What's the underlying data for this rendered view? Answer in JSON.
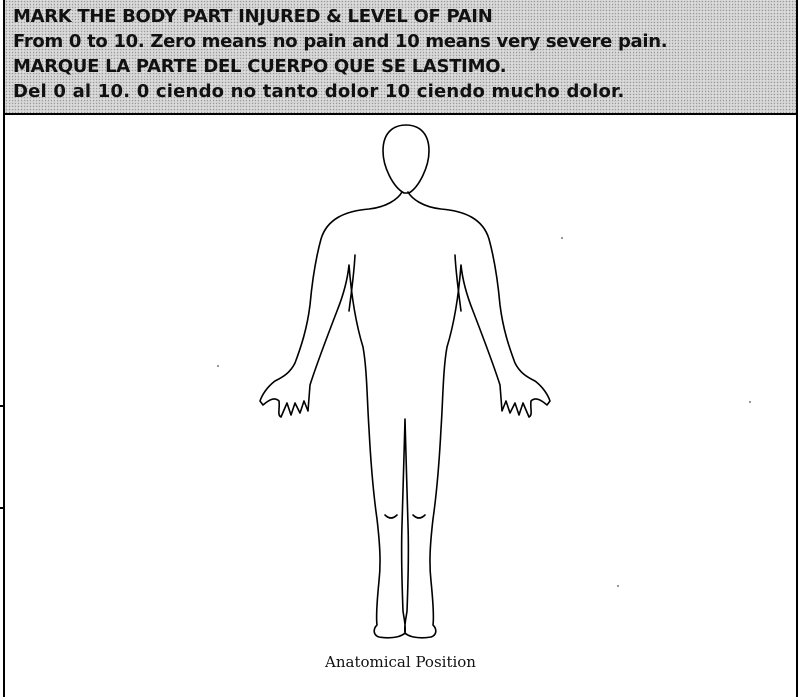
{
  "header": {
    "lines": [
      "MARK THE BODY PART INJURED & LEVEL OF PAIN",
      "From 0 to 10. Zero means no pain and 10 means very severe pain.",
      "MARQUE LA PARTE DEL CUERPO QUE SE LASTIMO.",
      "Del 0 al 10. 0 ciendo no tanto dolor 10 ciendo mucho dolor."
    ]
  },
  "figure": {
    "caption": "Anatomical Position"
  }
}
